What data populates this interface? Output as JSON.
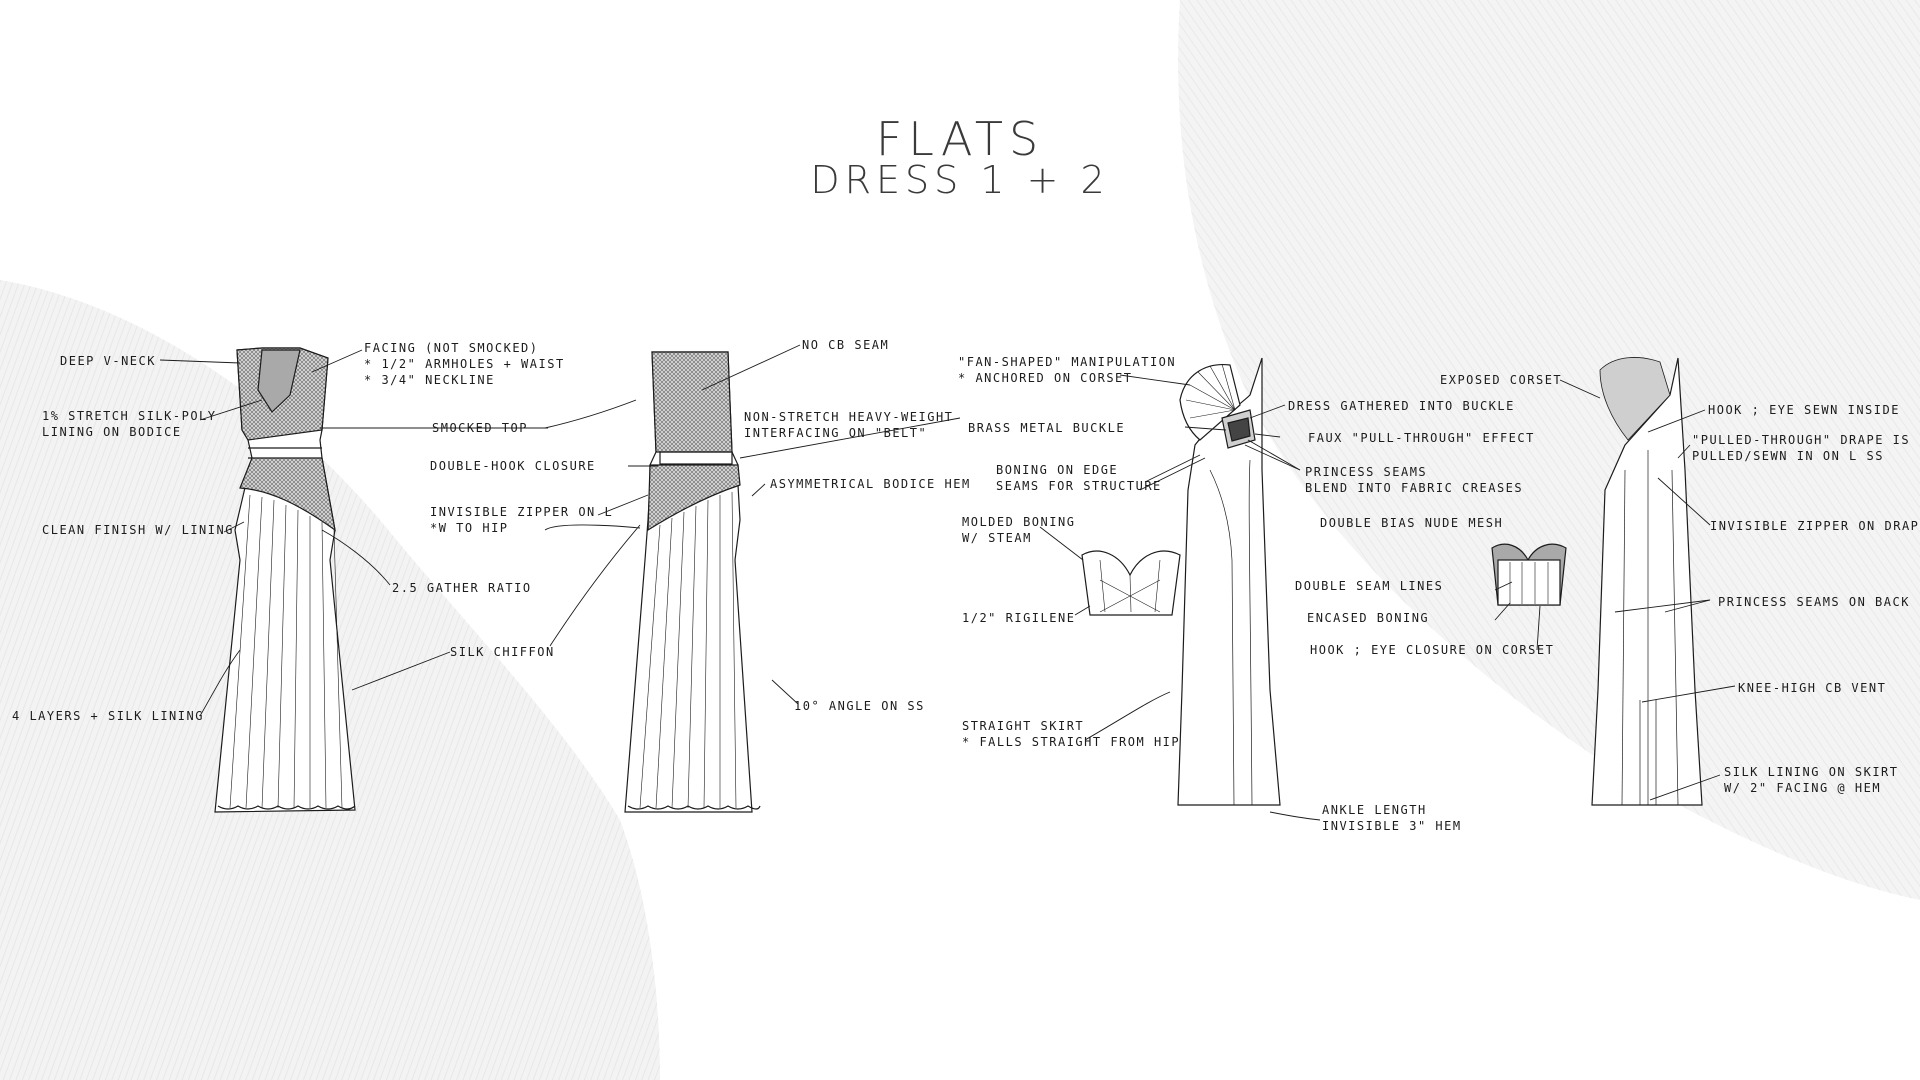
{
  "title": "FLATS",
  "subtitle": "DRESS 1 + 2",
  "notes": {
    "deep_v": "DEEP V-NECK",
    "facing": [
      "FACING (NOT SMOCKED)",
      "* 1/2\" ARMHOLES + WAIST",
      "* 3/4\" NECKLINE"
    ],
    "lining": [
      "1% STRETCH SILK-POLY",
      "LINING ON BODICE"
    ],
    "smocked": "SMOCKED TOP",
    "double_hook": "DOUBLE-HOOK CLOSURE",
    "zipper": [
      "INVISIBLE ZIPPER ON L",
      "*W TO HIP"
    ],
    "clean": "CLEAN FINISH W/ LINING",
    "gather": "2.5 GATHER RATIO",
    "chiffon": "SILK CHIFFON",
    "layers": "4 LAYERS + SILK LINING",
    "no_cb": "NO CB SEAM",
    "interfacing": [
      "NON-STRETCH HEAVY-WEIGHT",
      "INTERFACING ON \"BELT\""
    ],
    "asym": "ASYMMETRICAL BODICE HEM",
    "angle": "10° ANGLE ON SS",
    "fan": [
      "\"FAN-SHAPED\" MANIPULATION",
      "* ANCHORED ON CORSET"
    ],
    "gathered": "DRESS GATHERED INTO BUCKLE",
    "buckle": "BRASS METAL BUCKLE",
    "faux": "FAUX \"PULL-THROUGH\" EFFECT",
    "boning_edge": [
      "BONING ON EDGE",
      "SEAMS FOR STRUCTURE"
    ],
    "princess": [
      "PRINCESS SEAMS",
      "BLEND INTO FABRIC CREASES"
    ],
    "molded": [
      "MOLDED BONING",
      "W/ STEAM"
    ],
    "rigilene": "1/2\" RIGILENE",
    "straight": [
      "STRAIGHT SKIRT",
      "* FALLS STRAIGHT FROM HIP"
    ],
    "ankle": [
      "ANKLE LENGTH",
      "INVISIBLE 3\" HEM"
    ],
    "double_bias": "DOUBLE BIAS NUDE MESH",
    "double_seam": "DOUBLE SEAM LINES",
    "encased": "ENCASED BONING",
    "hook_corset": "HOOK ; EYE CLOSURE ON CORSET",
    "exposed": "EXPOSED CORSET",
    "hook_inside": "HOOK ; EYE SEWN INSIDE",
    "pulled": [
      "\"PULLED-THROUGH\" DRAPE IS",
      "PULLED/SEWN IN ON L SS"
    ],
    "zip_drape": "INVISIBLE ZIPPER ON DRAPE",
    "princess_back": "PRINCESS SEAMS ON BACK",
    "vent": "KNEE-HIGH CB VENT",
    "silk_lining": [
      "SILK LINING ON SKIRT",
      "W/ 2\" FACING @ HEM"
    ]
  },
  "colors": {
    "ink": "#1c1c1c",
    "mesh": "#b5b5b5",
    "paper": "#ffffff",
    "bg_fabric": "#f2f2f2"
  }
}
